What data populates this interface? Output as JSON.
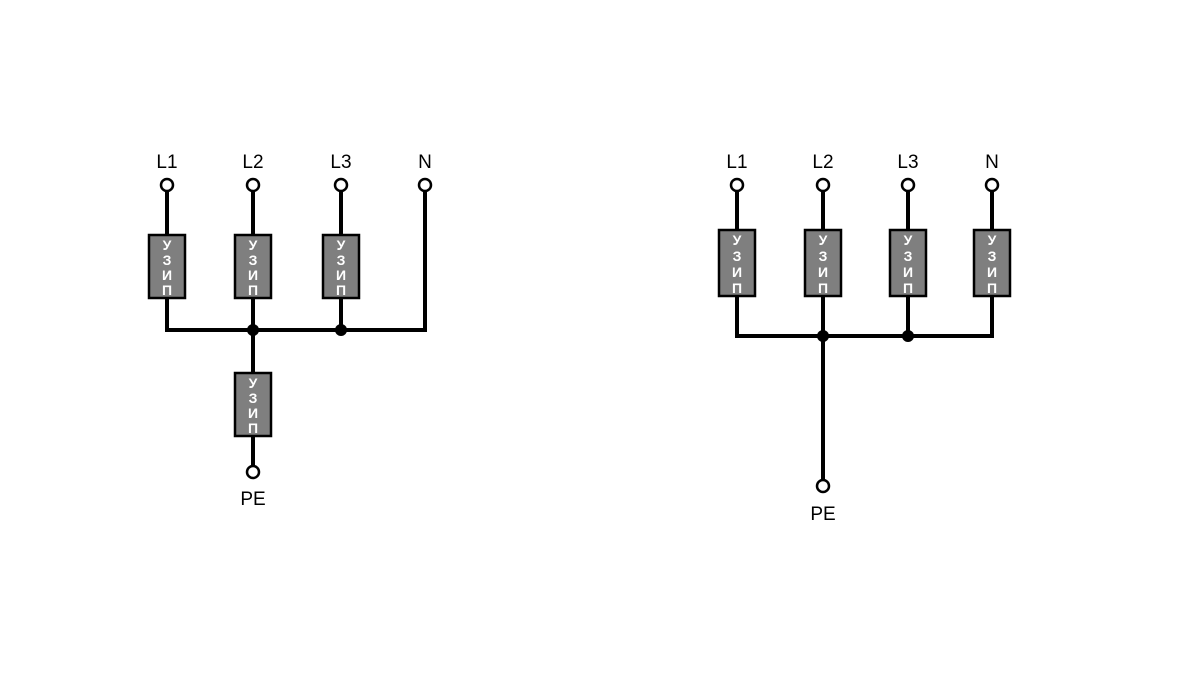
{
  "colors": {
    "line": "#000000",
    "spd_fill": "#7f7f7f",
    "spd_text": "#ffffff",
    "terminal_fill": "#ffffff",
    "background": "#ffffff"
  },
  "spd_label": [
    "У",
    "З",
    "И",
    "П"
  ],
  "diagrams": [
    {
      "id": "left",
      "terminals": [
        "L1",
        "L2",
        "L3",
        "N"
      ],
      "ground_terminal": "PE"
    },
    {
      "id": "right",
      "terminals": [
        "L1",
        "L2",
        "L3",
        "N"
      ],
      "ground_terminal": "PE"
    }
  ]
}
